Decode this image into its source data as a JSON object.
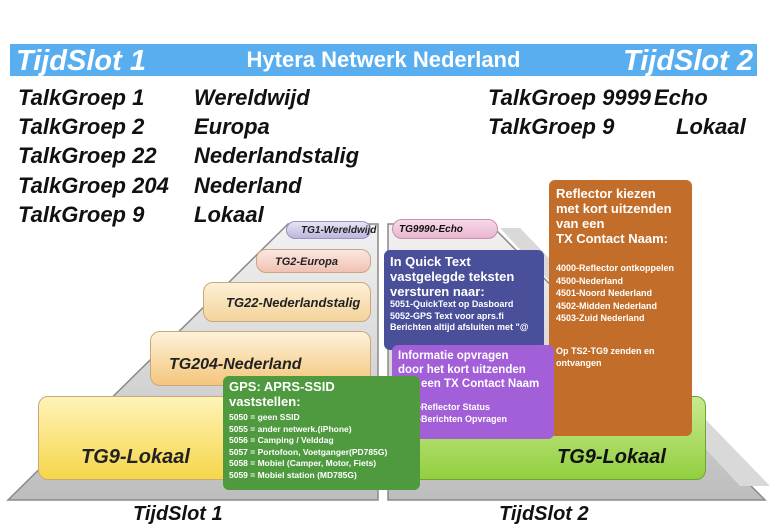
{
  "header": {
    "title": "Hytera Netwerk Nederland",
    "slot1": "TijdSlot 1",
    "slot2": "TijdSlot 2"
  },
  "left_groups": [
    {
      "group": "TalkGroep 1",
      "name": "Wereldwijd"
    },
    {
      "group": "TalkGroep 2",
      "name": "Europa"
    },
    {
      "group": "TalkGroep 22",
      "name": "Nederlandstalig"
    },
    {
      "group": "TalkGroep 204",
      "name": "Nederland"
    },
    {
      "group": "TalkGroep 9",
      "name": "Lokaal"
    }
  ],
  "right_groups": [
    {
      "group": "TalkGroep 9999",
      "name": "Echo"
    },
    {
      "group": "TalkGroep 9",
      "name": "Lokaal"
    }
  ],
  "pyramid_left": [
    "TG1-Wereldwijd",
    "TG2-Europa",
    "TG22-Nederlandstalig",
    "TG204-Nederland",
    "TG9-Lokaal"
  ],
  "pyramid_right": [
    "TG9990-Echo",
    "TG9-Lokaal"
  ],
  "quicktext_box": {
    "lines": [
      "In Quick Text",
      "vastgelegde teksten",
      "versturen naar:"
    ],
    "items": [
      "5051-QuickText op Dasboard",
      "5052-GPS Text voor aprs.fi",
      "Berichten altijd afsluiten met \"@"
    ]
  },
  "info_box": {
    "lines": [
      "Informatie opvragen",
      "door het kort uitzenden",
      "van een TX Contact Naam"
    ],
    "items": [
      "5000-Reflector Status",
      "5001-Berichten Opvragen"
    ]
  },
  "reflector_box": {
    "lines": [
      "Reflector kiezen",
      "met kort uitzenden",
      "van een",
      "TX Contact Naam:"
    ],
    "items": [
      "4000-Reflector ontkoppelen",
      "4500-Nederland",
      "4501-Noord Nederland",
      "4502-Midden Nederland",
      "4503-Zuid Nederland"
    ],
    "note": [
      "Op TS2-TG9 zenden en",
      "ontvangen"
    ]
  },
  "gps_box": {
    "lines": [
      "GPS: APRS-SSID",
      "vaststellen:"
    ],
    "items": [
      "5050 = geen SSID",
      "5055 = ander netwerk.(iPhone)",
      "5056 = Camping / Velddag",
      "5057 = Portofoon, Voetganger(PD785G)",
      "5058 = Mobiel (Camper, Motor, Fiets)",
      "5059 = Mobiel station (MD785G)"
    ]
  },
  "footer": {
    "left": "TijdSlot 1",
    "right": "TijdSlot 2"
  },
  "colors": {
    "header": "#59aef0",
    "quicktext": "#4a4f9a",
    "info": "#a35fd8",
    "reflector": "#c26e2a",
    "gps": "#4f9a3e",
    "lokaal_right": "#9bd34a"
  }
}
